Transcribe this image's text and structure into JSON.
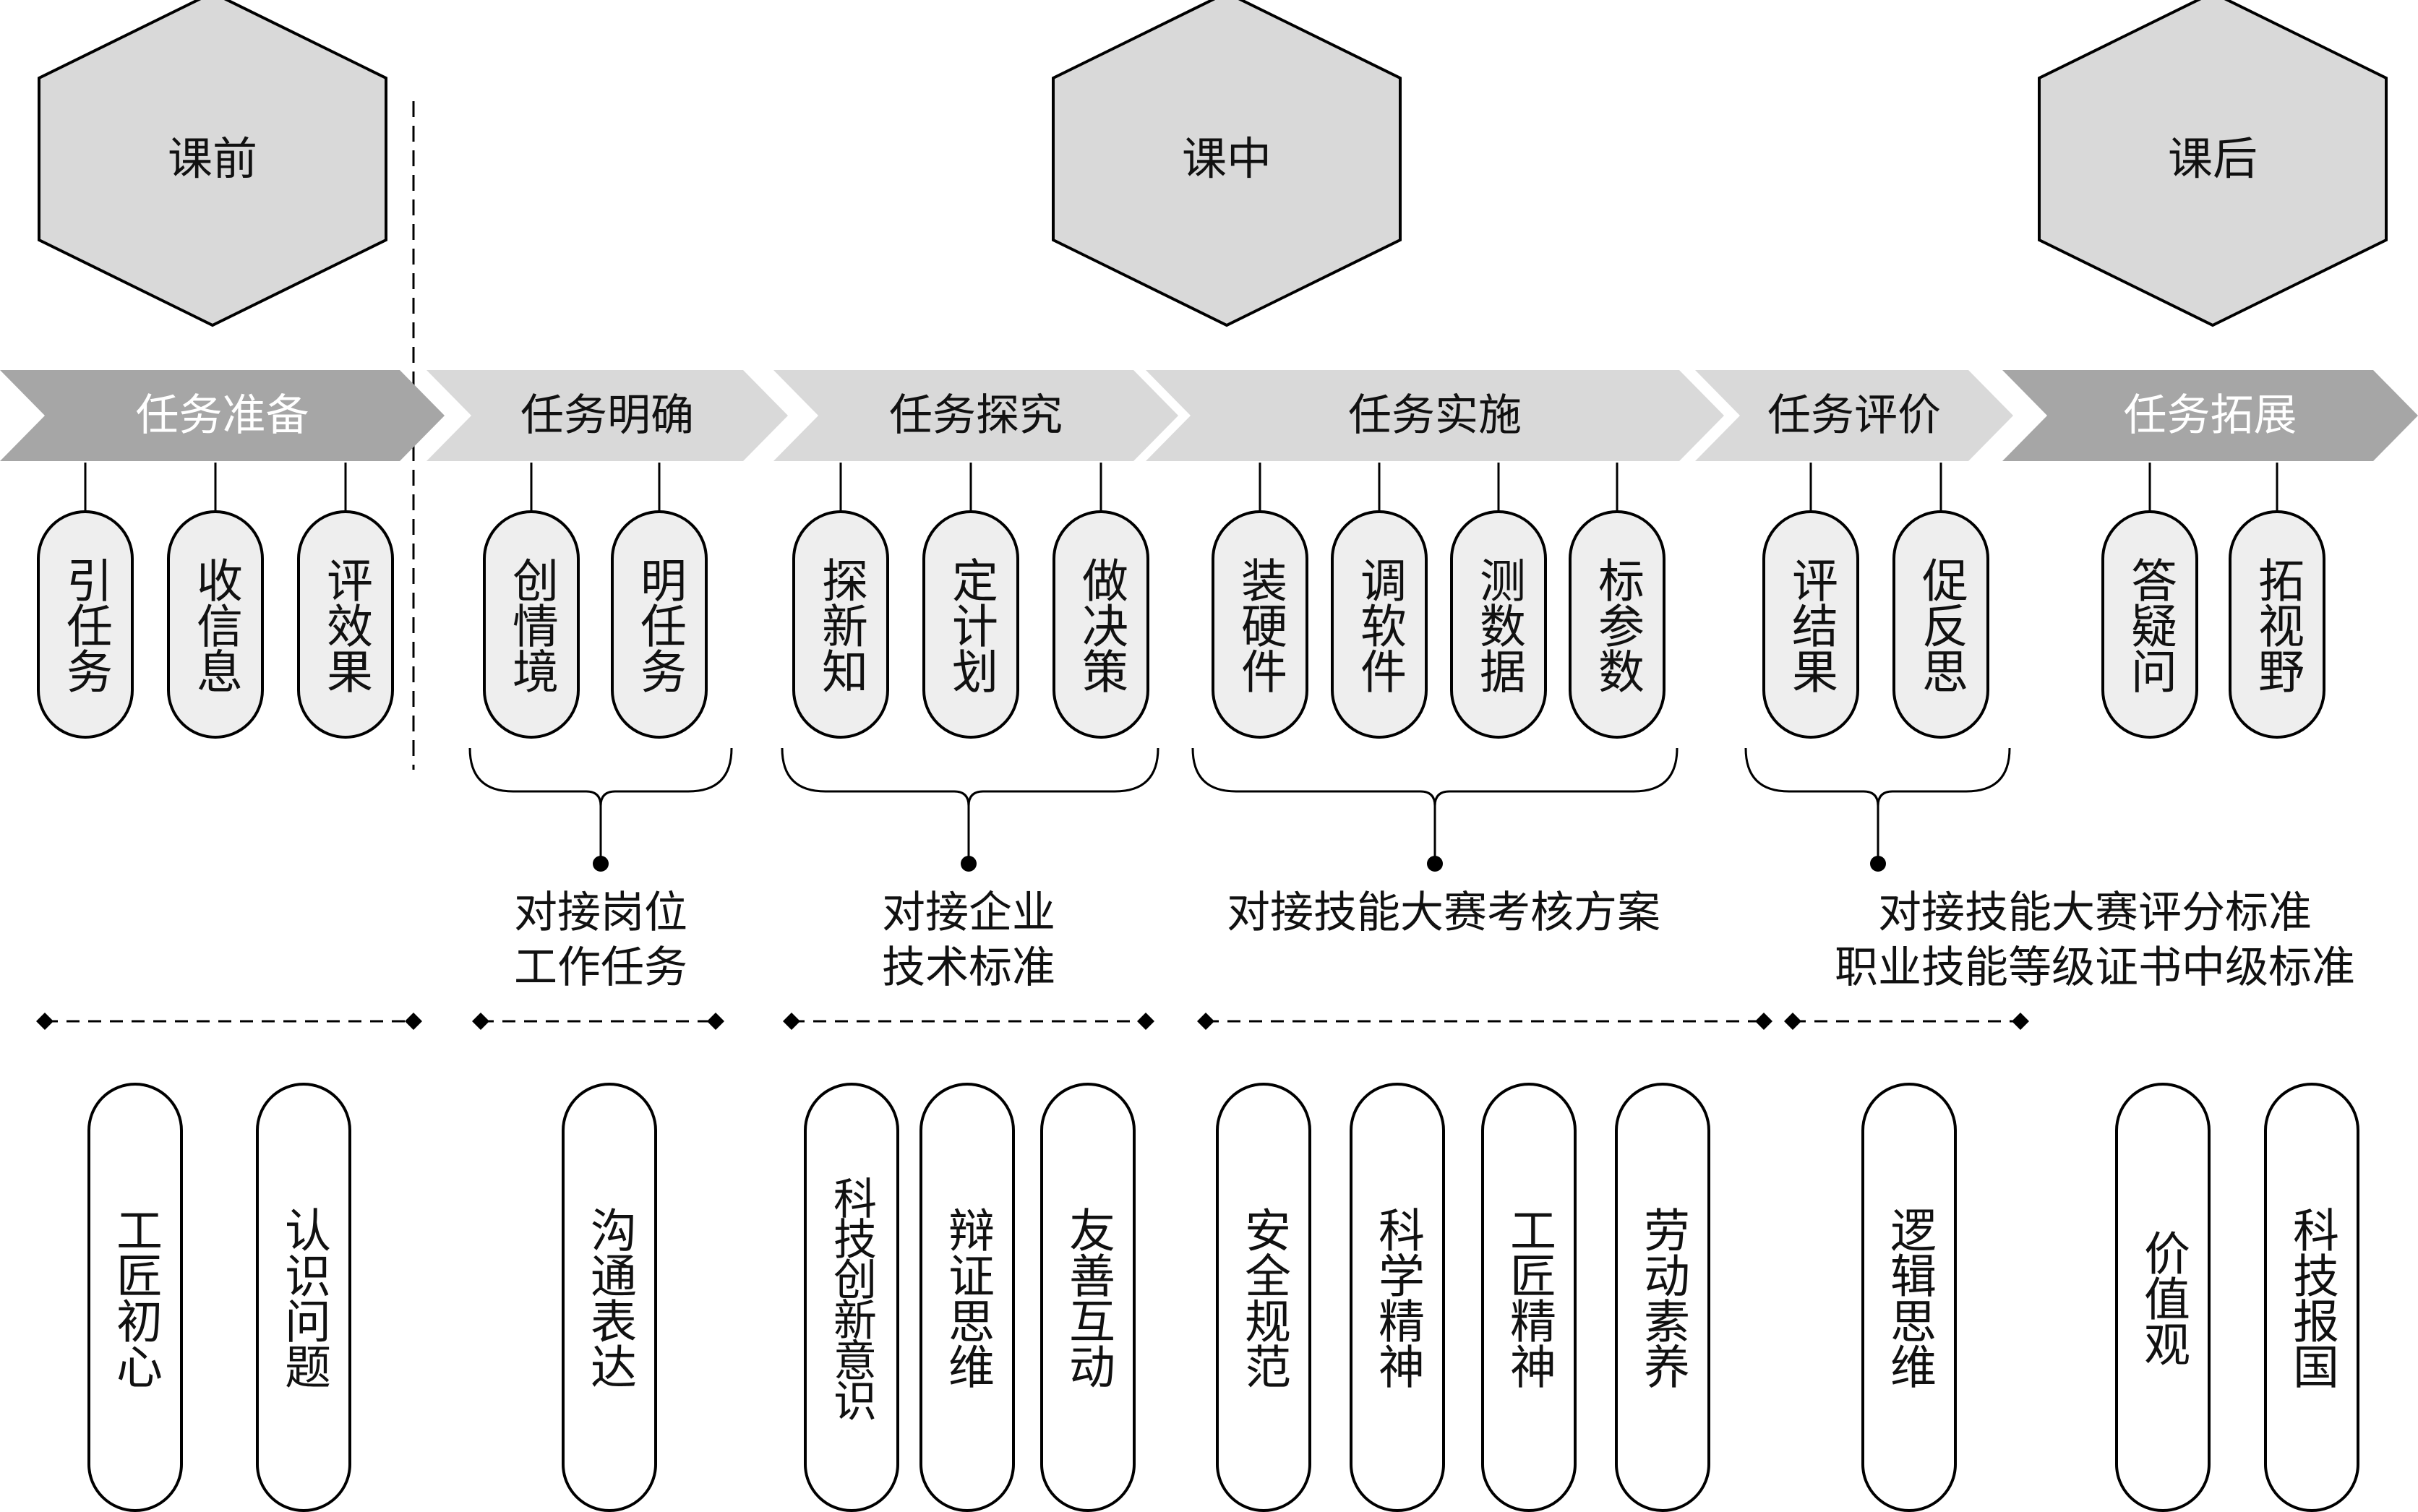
{
  "phases": [
    {
      "label": "课前"
    },
    {
      "label": "课中"
    },
    {
      "label": "课后"
    }
  ],
  "tasks": [
    {
      "label": "任务准备",
      "subtasks": [
        "引任务",
        "收信息",
        "评效果"
      ]
    },
    {
      "label": "任务明确",
      "subtasks": [
        "创情境",
        "明任务"
      ]
    },
    {
      "label": "任务探究",
      "subtasks": [
        "探新知",
        "定计划",
        "做决策"
      ]
    },
    {
      "label": "任务实施",
      "subtasks": [
        "装硬件",
        "调软件",
        "测数据",
        "标参数"
      ]
    },
    {
      "label": "任务评价",
      "subtasks": [
        "评结果",
        "促反思"
      ]
    },
    {
      "label": "任务拓展",
      "subtasks": [
        "答疑问",
        "拓视野"
      ]
    }
  ],
  "standards": [
    {
      "text": "对接岗位\n工作任务"
    },
    {
      "text": "对接企业\n技术标准"
    },
    {
      "text": "对接技能大赛考核方案"
    },
    {
      "text": "对接技能大赛评分标准\n职业技能等级证书中级标准"
    }
  ],
  "values": [
    "工匠初心",
    "认识问题",
    "沟通表达",
    "科技创新意识",
    "辩证思维",
    "友善互动",
    "安全规范",
    "科学精神",
    "工匠精神",
    "劳动素养",
    "逻辑思维",
    "价值观",
    "科技报国"
  ],
  "colors": {
    "hex_fill": "#d9d9d9",
    "arrow_dark": "#a6a6a6",
    "arrow_light": "#d9d9d9",
    "pill_fill": "#eeeeee",
    "stroke": "#000000"
  }
}
